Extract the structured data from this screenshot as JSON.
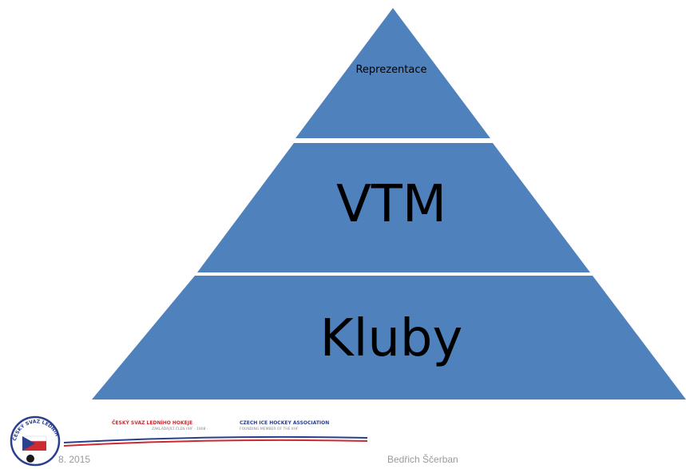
{
  "pyramid": {
    "tiers": [
      {
        "label": "Reprezentace"
      },
      {
        "label": "VTM"
      },
      {
        "label": "Kluby"
      }
    ],
    "fill_color": "#4f81bd",
    "separator_color": "#ffffff"
  },
  "footer": {
    "association_cz": "ČESKÝ SVAZ LEDNÍHO HOKEJE",
    "association_cz_sub": "ZAKLÁDAJÍCÍ ČLEN IIHF · 1908 ·",
    "association_en": "CZECH ICE HOCKEY ASSOCIATION",
    "association_en_sub": "FOUNDING MEMBER OF THE IIHF",
    "logo_text": "ČESKÝ SVAZ LEDNÍHO HOKEJE",
    "date_text": "8. 2015",
    "author": "Bedřich Ščerban"
  }
}
